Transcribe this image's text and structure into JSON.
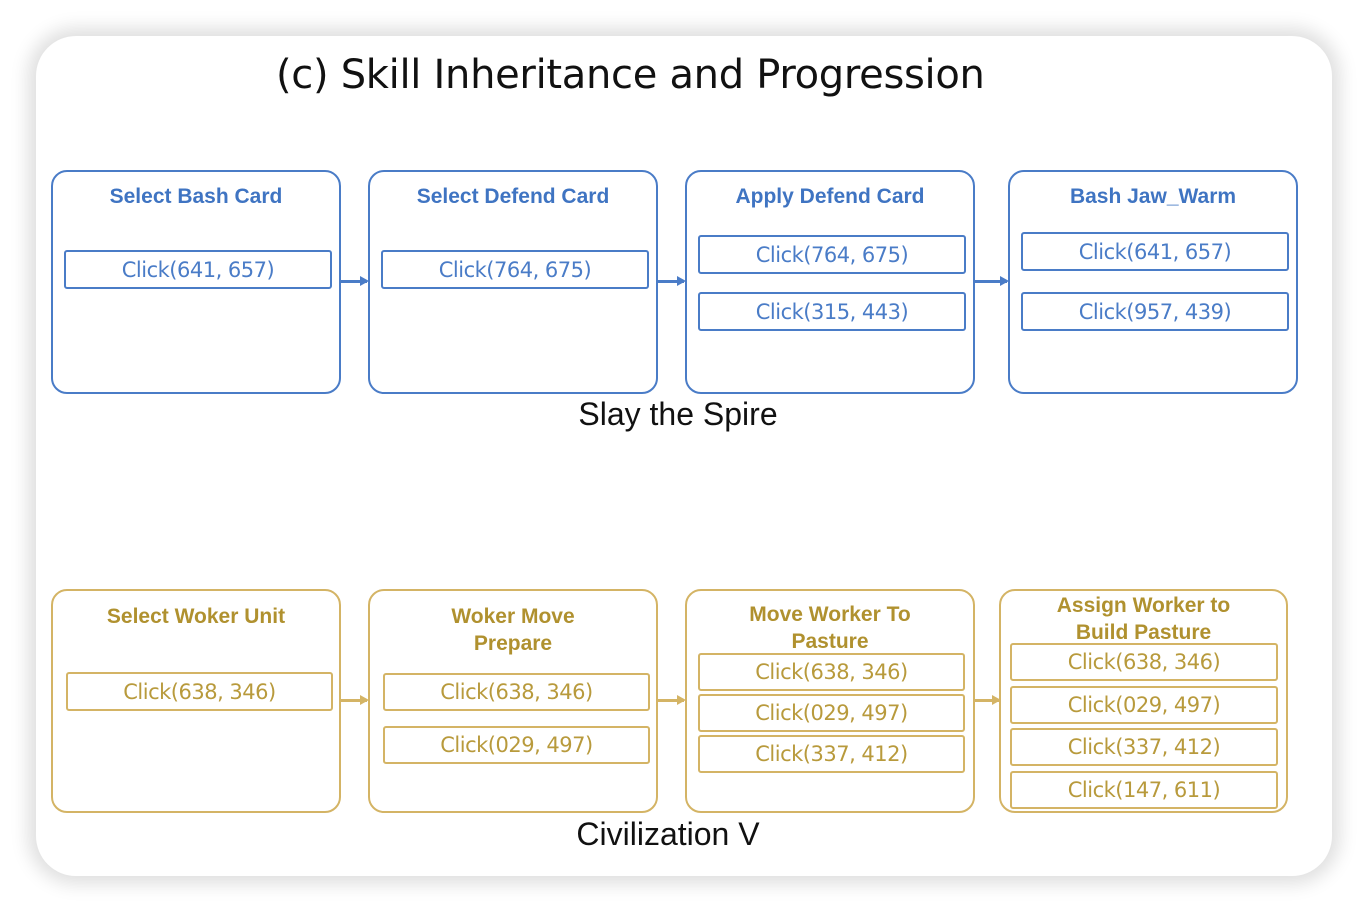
{
  "title": "(c) Skill Inheritance and Progression",
  "colors": {
    "slay_accent": "#4a7cc7",
    "civ_accent": "#d4b465",
    "civ_text": "#b0912f"
  },
  "slay_the_spire": {
    "caption": "Slay the Spire",
    "steps": [
      {
        "title": "Select Bash Card",
        "actions": [
          "Click(641, 657)"
        ]
      },
      {
        "title": "Select Defend Card",
        "actions": [
          "Click(764, 675)"
        ]
      },
      {
        "title": "Apply Defend Card",
        "actions": [
          "Click(764, 675)",
          "Click(315, 443)"
        ]
      },
      {
        "title": "Bash Jaw_Warm",
        "actions": [
          "Click(641, 657)",
          "Click(957, 439)"
        ]
      }
    ]
  },
  "civilization_v": {
    "caption": "Civilization V",
    "steps": [
      {
        "title": "Select Woker Unit",
        "actions": [
          "Click(638, 346)"
        ]
      },
      {
        "title": "Woker Move Prepare",
        "title_lines": [
          "Woker Move",
          "Prepare"
        ],
        "actions": [
          "Click(638, 346)",
          "Click(029, 497)"
        ]
      },
      {
        "title": "Move Worker To Pasture",
        "title_lines": [
          "Move Worker To",
          "Pasture"
        ],
        "actions": [
          "Click(638, 346)",
          "Click(029, 497)",
          "Click(337, 412)"
        ]
      },
      {
        "title": "Assign Worker to Build Pasture",
        "title_lines": [
          "Assign Worker to",
          "Build Pasture"
        ],
        "actions": [
          "Click(638, 346)",
          "Click(029, 497)",
          "Click(337, 412)",
          "Click(147, 611)"
        ]
      }
    ]
  }
}
